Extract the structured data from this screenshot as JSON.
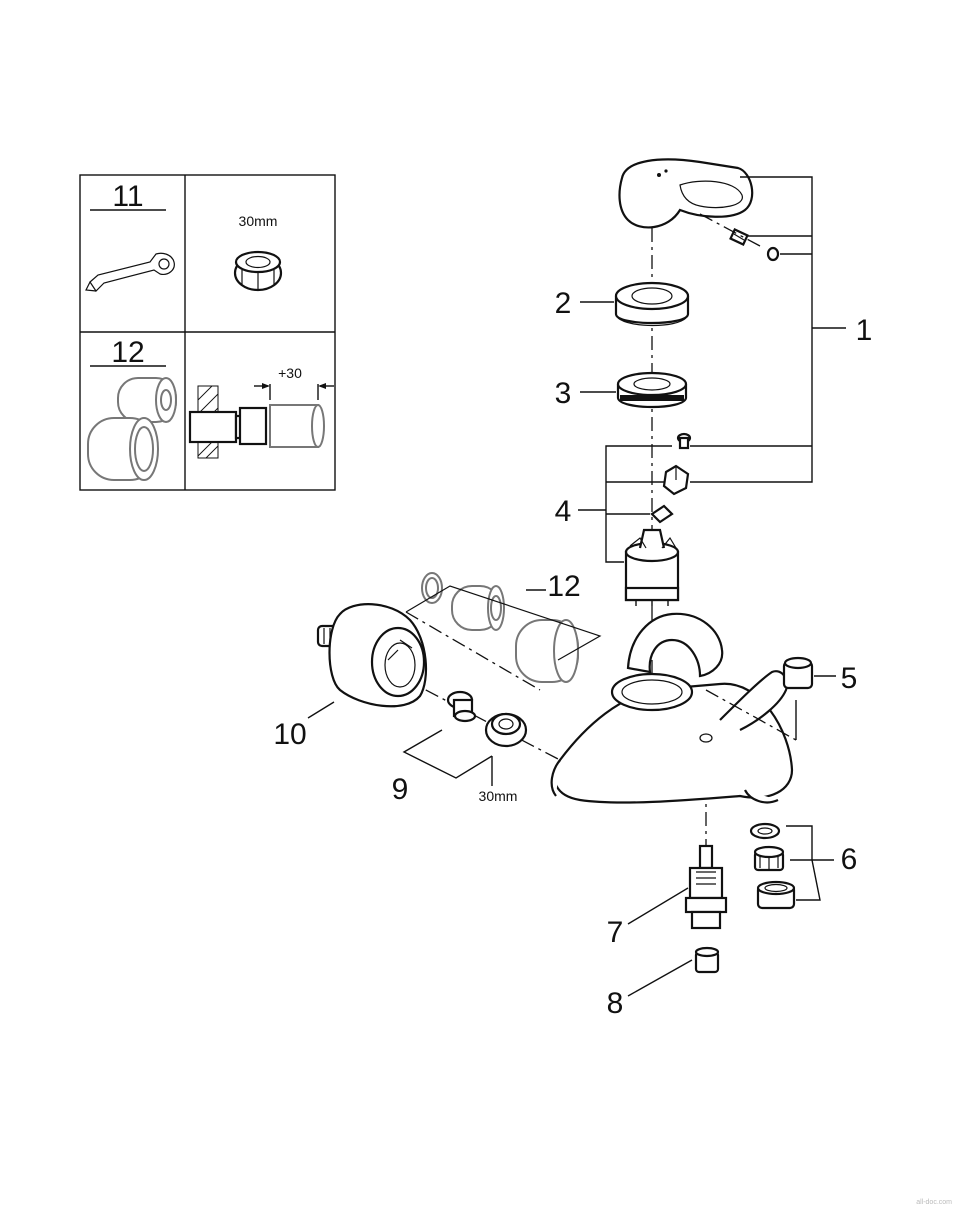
{
  "inset_table": {
    "row1": {
      "number": "11",
      "size_label": "30mm"
    },
    "row2": {
      "number": "12",
      "extension_label": "+30"
    }
  },
  "callouts": {
    "c1": "1",
    "c2": "2",
    "c3": "3",
    "c4": "4",
    "c5": "5",
    "c6": "6",
    "c7": "7",
    "c8": "8",
    "c9": "9",
    "c10": "10",
    "c12": "12"
  },
  "nut_size_label": "30mm",
  "watermark": "all-doc.com",
  "icons": [
    "wrench-icon",
    "nut-icon",
    "extension-sleeve-icon",
    "wall-connection-icon"
  ]
}
